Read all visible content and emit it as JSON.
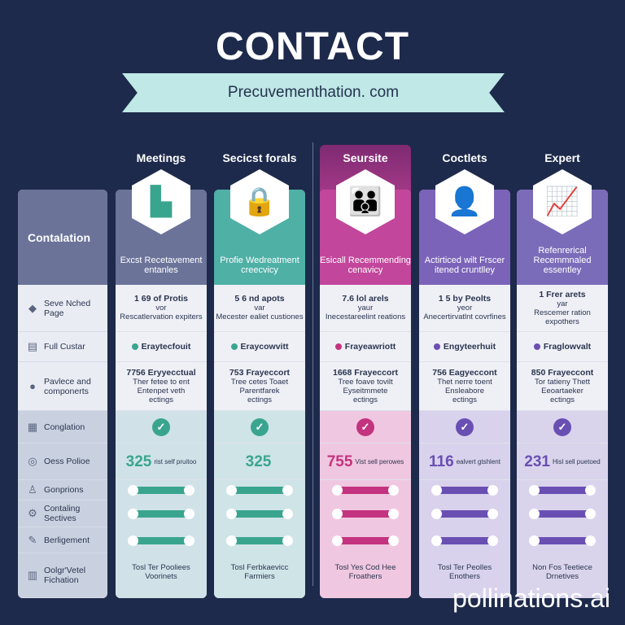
{
  "title": "CONTACT",
  "subtitle": "Precuvementhation. com",
  "labels": {
    "header": "Contalation",
    "rows": [
      {
        "icon": "location-pin-icon",
        "text": "Seve Nched Page"
      },
      {
        "icon": "document-icon",
        "text": "Full Custar"
      },
      {
        "icon": "user-icon",
        "text": "Pavlece and componerts"
      },
      {
        "icon": "calendar-icon",
        "text": "Conglation"
      },
      {
        "icon": "globe-icon",
        "text": "Oess Polioe"
      },
      {
        "icon": "person-icon",
        "text": "Gonprions"
      },
      {
        "icon": "settings-icon",
        "text": "Contaling Sectives"
      },
      {
        "icon": "pen-icon",
        "text": "Berligement"
      },
      {
        "icon": "clipboard-icon",
        "text": "Oolgr'Vetel Fichation"
      }
    ]
  },
  "columns": [
    {
      "title": "Meetings",
      "icon": "chart-block-icon",
      "glyph": "▙",
      "header": "Excst Recetavement entanles",
      "r1a": "1 69 of Protis",
      "r1b": "vor",
      "r1c": "Rescatlervation expiters",
      "r2": "Eraytecfouit",
      "r3a": "7756 Eryyecctual",
      "r3b": "Ther fetee to ent Entenpet veth ectings",
      "price": "325",
      "price_note": "rist self pruitoo",
      "footer": "Tosl Ter Pooliees Voorinets",
      "accent": "#3aa58f",
      "headbg": "#6b7399",
      "tint": "#d0e2e8"
    },
    {
      "title": "Secicst forals",
      "icon": "lock-icon",
      "glyph": "🔒",
      "header": "Profie Wedreatment creecvicy",
      "r1a": "5 6 nd apots",
      "r1b": "var",
      "r1c": "Mecester ealiet custiones",
      "r2": "Eraycowvitt",
      "r3a": "753 Frayeccort",
      "r3b": "Tree cetes Toaet Parentfarek ectings",
      "price": "325",
      "price_note": "",
      "footer": "Tosl Ferbkaevicc Farmiers",
      "accent": "#3aa58f",
      "headbg": "#4fb0a6",
      "tint": "#cfe4e7"
    },
    {
      "title": "Seursite",
      "icon": "family-icon",
      "glyph": "👪",
      "header": "Esicall Recemmending cenavicy",
      "r1a": "7.6 lol arels",
      "r1b": "yaur",
      "r1c": "Inecestareelint reations",
      "r2": "Frayeawriott",
      "r3a": "1668 Frayeccort",
      "r3b": "Tree foave tovilt Eyseitmmete ectings",
      "price": "755",
      "price_note": "Vist sell perowes",
      "footer": "Tosl Yes Cod Hee Froathers",
      "accent": "#c4337f",
      "headbg": "#c2469b",
      "tint": "#f0c7e0"
    },
    {
      "title": "Coctlets",
      "icon": "head-profile-icon",
      "glyph": "👤",
      "header": "Actirticed wilt Frscer itened cruntlley",
      "r1a": "1 5 by Peolts",
      "r1b": "yeor",
      "r1c": "Anecertirvatlnt covrfines",
      "r2": "Engyteerhuit",
      "r3a": "756 Eagyeccont",
      "r3b": "Thet nerre toent Ensleabore ectings",
      "price": "116",
      "price_note": "ealvert gtshlent",
      "footer": "Tosl Ter Peolles Enothers",
      "accent": "#6a4fb3",
      "headbg": "#7b63b9",
      "tint": "#d8d2ec"
    },
    {
      "title": "Expert",
      "icon": "chart-ribbon-icon",
      "glyph": "📈",
      "header": "Refenrerical Recemmnaled essentley",
      "r1a": "1 Frer arets",
      "r1b": "yar",
      "r1c": "Rescemer ration expothers",
      "r2": "Fraglowvalt",
      "r3a": "850 Frayeccont",
      "r3b": "Tor tatieny Thett Eeoartaeker ectings",
      "price": "231",
      "price_note": "Hisl sell puetoed",
      "footer": "Non Fos Teetiece Drnetives",
      "accent": "#6a4fb3",
      "headbg": "#7b6cb9",
      "tint": "#d9d4ec"
    }
  ],
  "watermark": "pollinations.ai"
}
